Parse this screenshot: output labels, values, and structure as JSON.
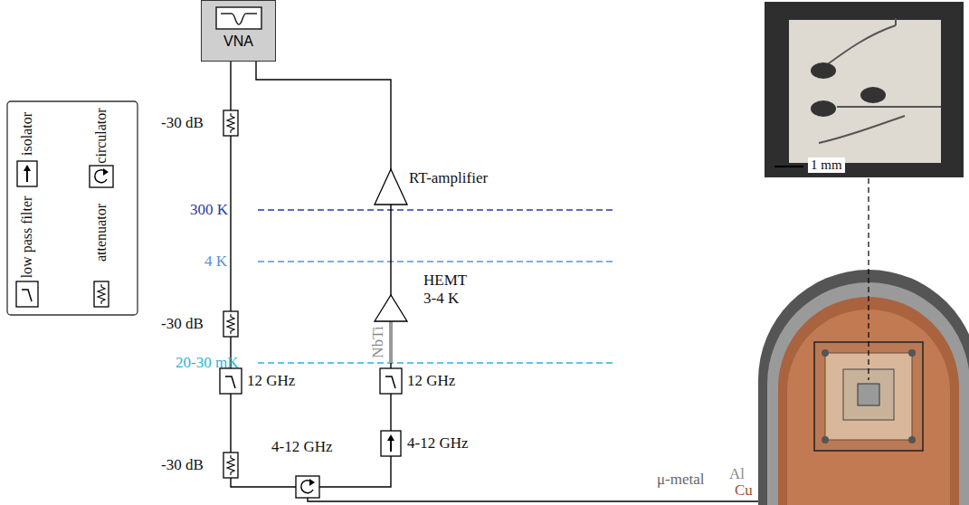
{
  "diagram": {
    "nodes": [
      {
        "text": [
          "VNA"
        ]
      }
    ],
    "labels": [
      "-30 dB",
      "RT-amplifier",
      "300 K",
      "4 K",
      "-30 dB",
      "HEMT 3-4 K",
      "NbTi",
      "20-30 mK",
      "12 GHz",
      "12 GHz",
      "-30 dB",
      "4-12 GHz",
      "4-12 GHz",
      "1 mm",
      "μ-metal",
      "Al",
      "Cu"
    ],
    "legend": [
      {
        "text": "isolator"
      },
      {
        "text": "low pass filter"
      },
      {
        "text": "circulator"
      },
      {
        "text": "attenuator"
      }
    ]
  }
}
